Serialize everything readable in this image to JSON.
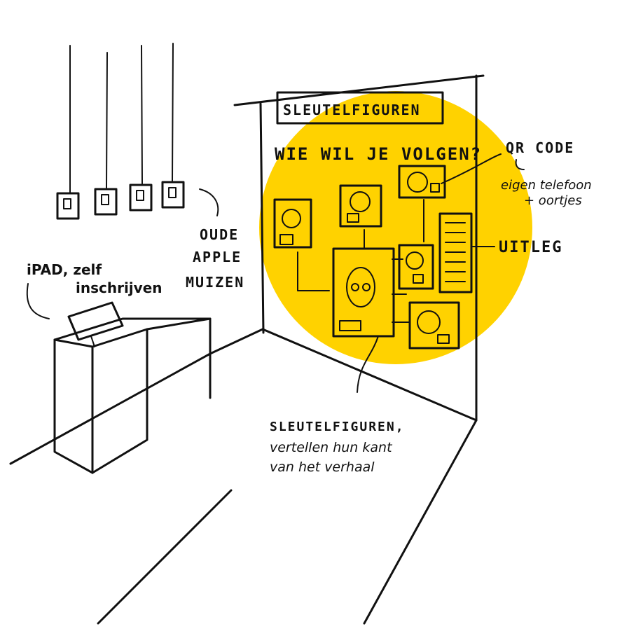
{
  "colors": {
    "accent": "#FFD200",
    "ink": "#111111"
  },
  "wall": {
    "title": "SLEUTELFIGUREN",
    "question": "WIE WIL JE VOLGEN?"
  },
  "labels": {
    "qr_code": "QR CODE",
    "qr_note_line1": "eigen telefoon",
    "qr_note_line2": "+ oortjes",
    "uitleg": "UITLEG",
    "mice_line1": "OUDE",
    "mice_line2": "APPLE",
    "mice_line3": "MUIZEN",
    "ipad_line1": "iPAD, zelf",
    "ipad_line2": "inschrijven",
    "figures_line1": "SLEUTELFIGUREN,",
    "figures_line2": "vertellen hun kant",
    "figures_line3": "van het verhaal"
  },
  "icons": [
    "mouse-icon",
    "portrait-icon",
    "qr-icon",
    "tablet-icon"
  ]
}
